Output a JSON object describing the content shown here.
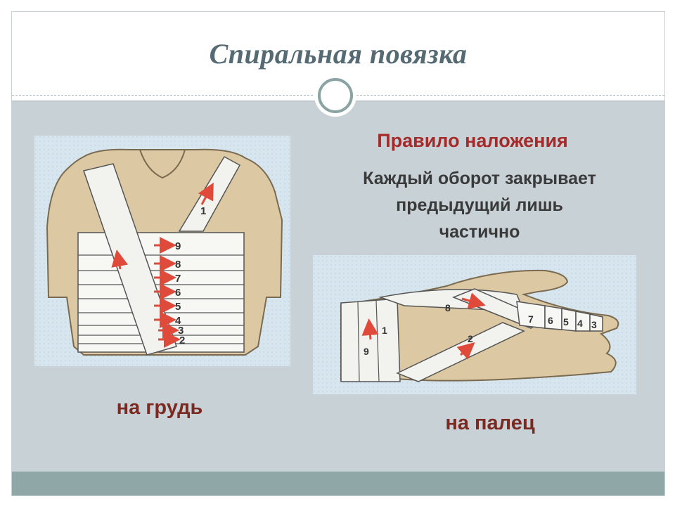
{
  "slide": {
    "title": "Спиральная повязка",
    "rule_heading": "Правило наложения",
    "rule_lines": [
      "Каждый оборот  закрывает",
      "предыдущий лишь",
      "частично"
    ]
  },
  "chest_figure": {
    "caption": "на грудь",
    "turn_numbers": [
      "1",
      "9",
      "8",
      "7",
      "6",
      "5",
      "4",
      "3",
      "2"
    ]
  },
  "hand_figure": {
    "caption": "на палец",
    "turn_numbers": [
      "8",
      "1",
      "9",
      "2",
      "7",
      "6",
      "5",
      "4",
      "3"
    ]
  },
  "colors": {
    "title": "#566a73",
    "heading": "#a52a2a",
    "caption": "#7b2a22",
    "content_bg": "#c8d2d6",
    "footer_band": "#8fa8a7",
    "skin": "#dcc9a4",
    "arrow": "#e04a3a"
  }
}
